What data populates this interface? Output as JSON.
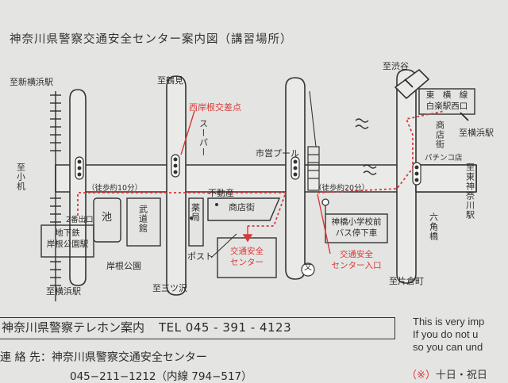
{
  "title": "神奈川県警察交通安全センター案内図（講習場所）",
  "labels": {
    "to_shin_yokohama": "至新横浜駅",
    "to_tsurumi": "至鶴見",
    "to_shibuya": "至渋谷",
    "to_komatsu": "至小机",
    "to_yokohama_bottom": "至横浜駅",
    "to_yokohama_right": "至横浜駅",
    "to_mitsuzawa": "至三ツ沢",
    "to_katakuracho": "至片倉町",
    "to_higashi_kanagawa": "至東神奈川駅",
    "nishikishine_intersection": "西岸根交差点",
    "supermarket": "スーパー",
    "shiei_pool": "市営プール",
    "fudosan": "不動産",
    "shotengai": "商店街",
    "shotengai_right": "商店街",
    "walk10": "（徒歩約10分）",
    "walk20": "（徒歩約20分）",
    "exit2": "2番出口",
    "ike": "池",
    "budokan": "武道館",
    "yakkyoku": "薬局",
    "kishine_park": "岸根公園",
    "post": "ポスト",
    "subway_station": "地下鉄\n岸根公園駅",
    "center": "交通安全\nセンター",
    "center_entrance": "交通安全\nセンター入口",
    "bus_stop": "神橋小学校前\nバス停下車",
    "toyoko_line": "東　横　線\n白楽駅西口",
    "pachinko": "パチンコ店",
    "rokkakubashi": "六角橋",
    "school_symbol": "文"
  },
  "footer": {
    "tel_label": "神奈川県警察テレホン案内",
    "tel_number": "TEL 045 - 391 - 4123",
    "contact_label": "連 絡 先：神奈川県警察交通安全センター",
    "contact_number": "045−211−1212（内線 794−517）",
    "side_text_1": "This is very imp",
    "side_text_2": "If you do not u",
    "side_text_3": "so you can und",
    "note_mark": "（※）",
    "note_text": "十日・祝日"
  },
  "colors": {
    "red_route": "#d9383a",
    "road_fill": "#e9eae7",
    "line": "#333333"
  }
}
